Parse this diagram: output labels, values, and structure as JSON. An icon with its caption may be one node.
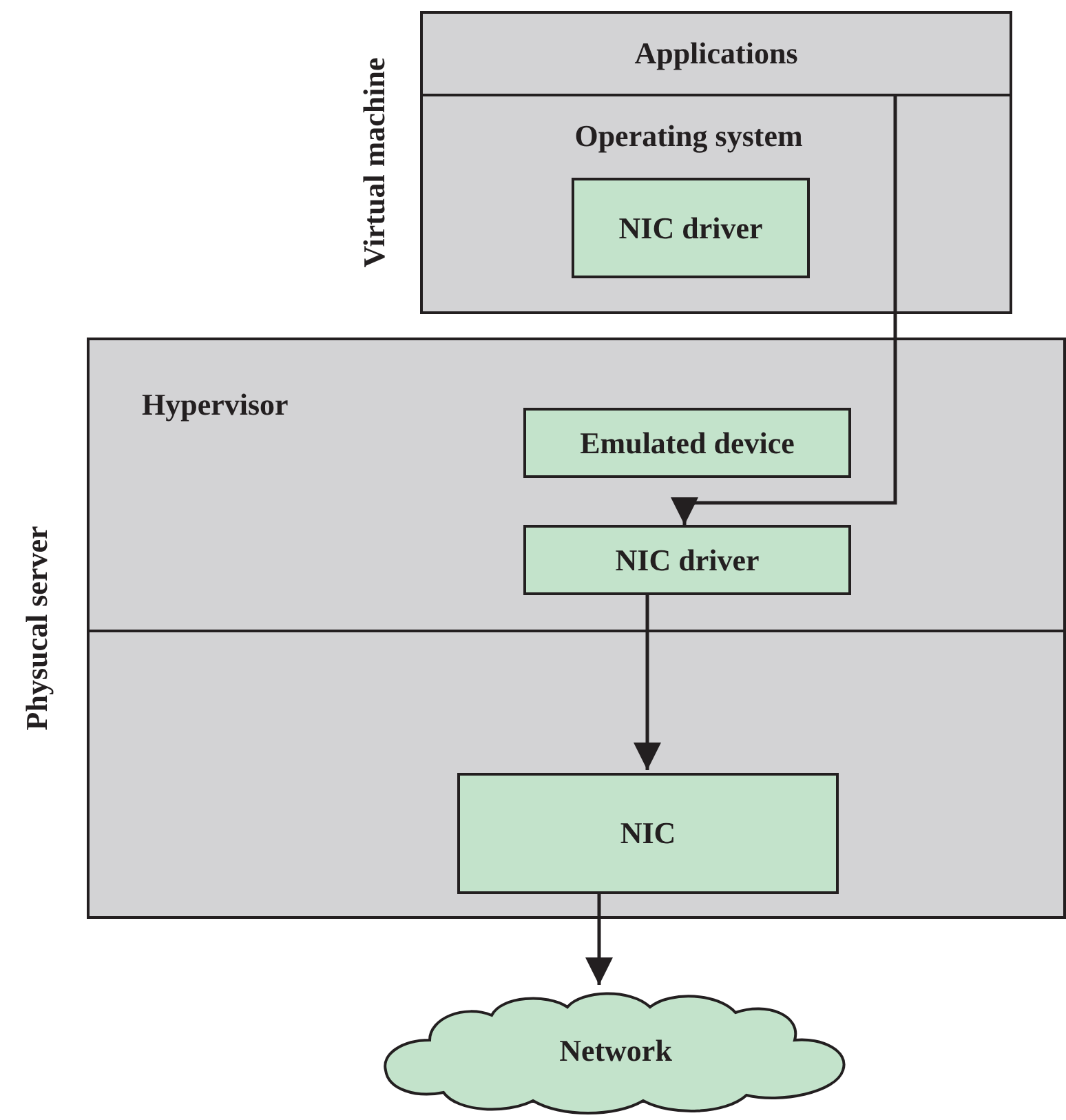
{
  "diagram": {
    "nodes": [
      {
        "text": [
          "Virtual machine"
        ]
      },
      {
        "text": [
          "Applications"
        ],
        "in": 0
      },
      {
        "text": [
          "Operating system"
        ],
        "in": 0
      },
      {
        "text": [
          "NIC driver"
        ],
        "in": 2
      },
      {
        "text": [
          "Physucal server"
        ]
      },
      {
        "text": [
          "Hypervisor"
        ],
        "in": 4
      },
      {
        "text": [
          "Emulated device"
        ],
        "in": 5
      },
      {
        "text": [
          "NIC driver"
        ],
        "in": 5
      },
      {
        "text": [],
        "shape": "box",
        "in": 4
      },
      {
        "text": [
          "NIC"
        ],
        "in": 8
      },
      {
        "text": [
          "Network"
        ]
      }
    ],
    "edges": [
      {
        "from": 1,
        "to": 7,
        "arrow": "to"
      },
      {
        "from": 7,
        "to": 9,
        "arrow": "to"
      },
      {
        "from": 9,
        "to": 10,
        "arrow": "to"
      }
    ]
  }
}
